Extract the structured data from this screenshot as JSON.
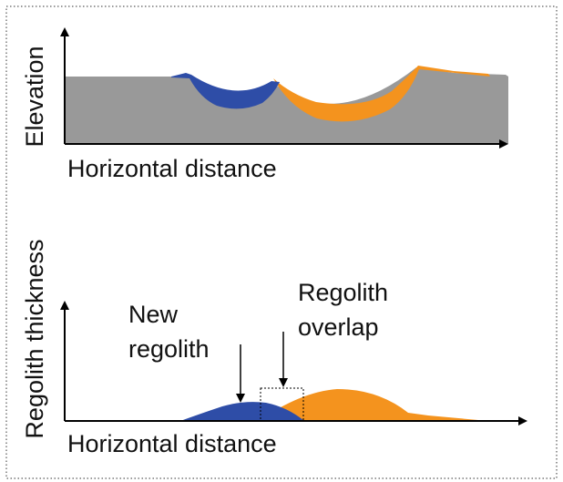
{
  "top_panel": {
    "y_axis_label": "Elevation",
    "x_axis_label": "Horizontal distance"
  },
  "bottom_panel": {
    "y_axis_label": "Regolith thickness",
    "x_axis_label": "Horizontal distance",
    "annotation_new": [
      "New",
      "regolith"
    ],
    "annotation_overlap": [
      "Regolith",
      "overlap"
    ]
  },
  "colors": {
    "ground": "#999999",
    "new_regolith": "#2E4DA7",
    "older_regolith": "#F4931E",
    "axis": "#000000",
    "frame": "#333333"
  }
}
